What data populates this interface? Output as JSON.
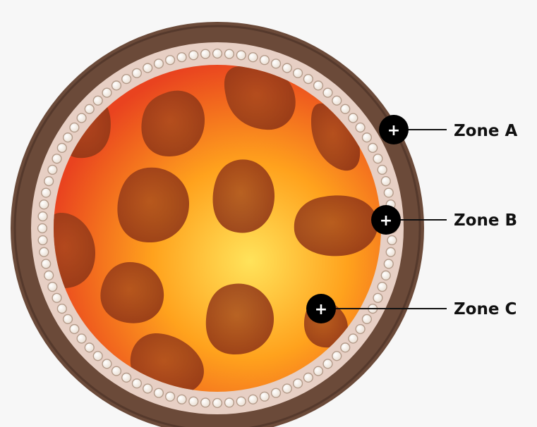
{
  "diagram": {
    "zones": [
      {
        "id": "zone-a",
        "label": "Zone A"
      },
      {
        "id": "zone-b",
        "label": "Zone B"
      },
      {
        "id": "zone-c",
        "label": "Zone C"
      }
    ],
    "hotspot_glyph": "+"
  },
  "colors": {
    "background": "#f7f7f7",
    "outer_ring": "#6b4a39",
    "outer_ring_dark": "#4d3327",
    "bead_band": "#e7cfc4",
    "bead_fill": "#f4ede3",
    "bead_stroke": "#b49b8a",
    "core_center": "#ffe35a",
    "core_mid": "#ffa21d",
    "core_edge": "#e9431f",
    "blob_fill": "#a1451d",
    "hotspot_fill": "#000000",
    "hotspot_glyph": "#ffffff",
    "connector_line": "#111111",
    "label_text": "#111111"
  }
}
